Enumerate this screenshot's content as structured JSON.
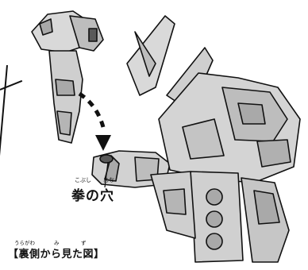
{
  "illustration": {
    "label": "拳の穴",
    "label_ruby": [
      "こぶし",
      "あな"
    ],
    "caption": "【裏側から見た図】",
    "caption_ruby": [
      "うらがわ",
      "み",
      "ず"
    ]
  },
  "colors": {
    "line": "#111111",
    "fill": "#d9d9d9",
    "shade": "#a9a9a9",
    "dark": "#5a5a5a"
  }
}
